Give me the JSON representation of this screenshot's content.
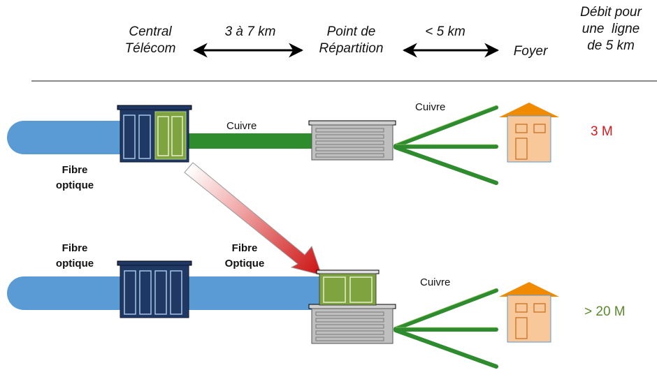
{
  "header": {
    "central": [
      "Central",
      "Télécom"
    ],
    "dist1": "3 à 7 km",
    "point": [
      "Point de",
      "Répartition"
    ],
    "dist2": "< 5 km",
    "foyer": "Foyer",
    "debit": [
      "Débit pour",
      "une  ligne",
      "de 5 km"
    ]
  },
  "row1": {
    "fibre": [
      "Fibre",
      "optique"
    ],
    "cuivre_main": "Cuivre",
    "cuivre_branch": "Cuivre",
    "rate": "3 M",
    "rate_color": "#d7191c"
  },
  "row2": {
    "fibre_left": [
      "Fibre",
      "optique"
    ],
    "fibre_mid": [
      "Fibre",
      "Optique"
    ],
    "cuivre_branch": "Cuivre",
    "rate": "> 20 M",
    "rate_color": "#5a8a2c"
  },
  "colors": {
    "fibre": "#5b9bd5",
    "cuivre": "#2e8b2e",
    "cabinet": "#1f3864",
    "green_module": "#7ea33f",
    "house_wall": "#f8c79a",
    "house_roof": "#f08a00",
    "arrow": "#cc1111"
  }
}
